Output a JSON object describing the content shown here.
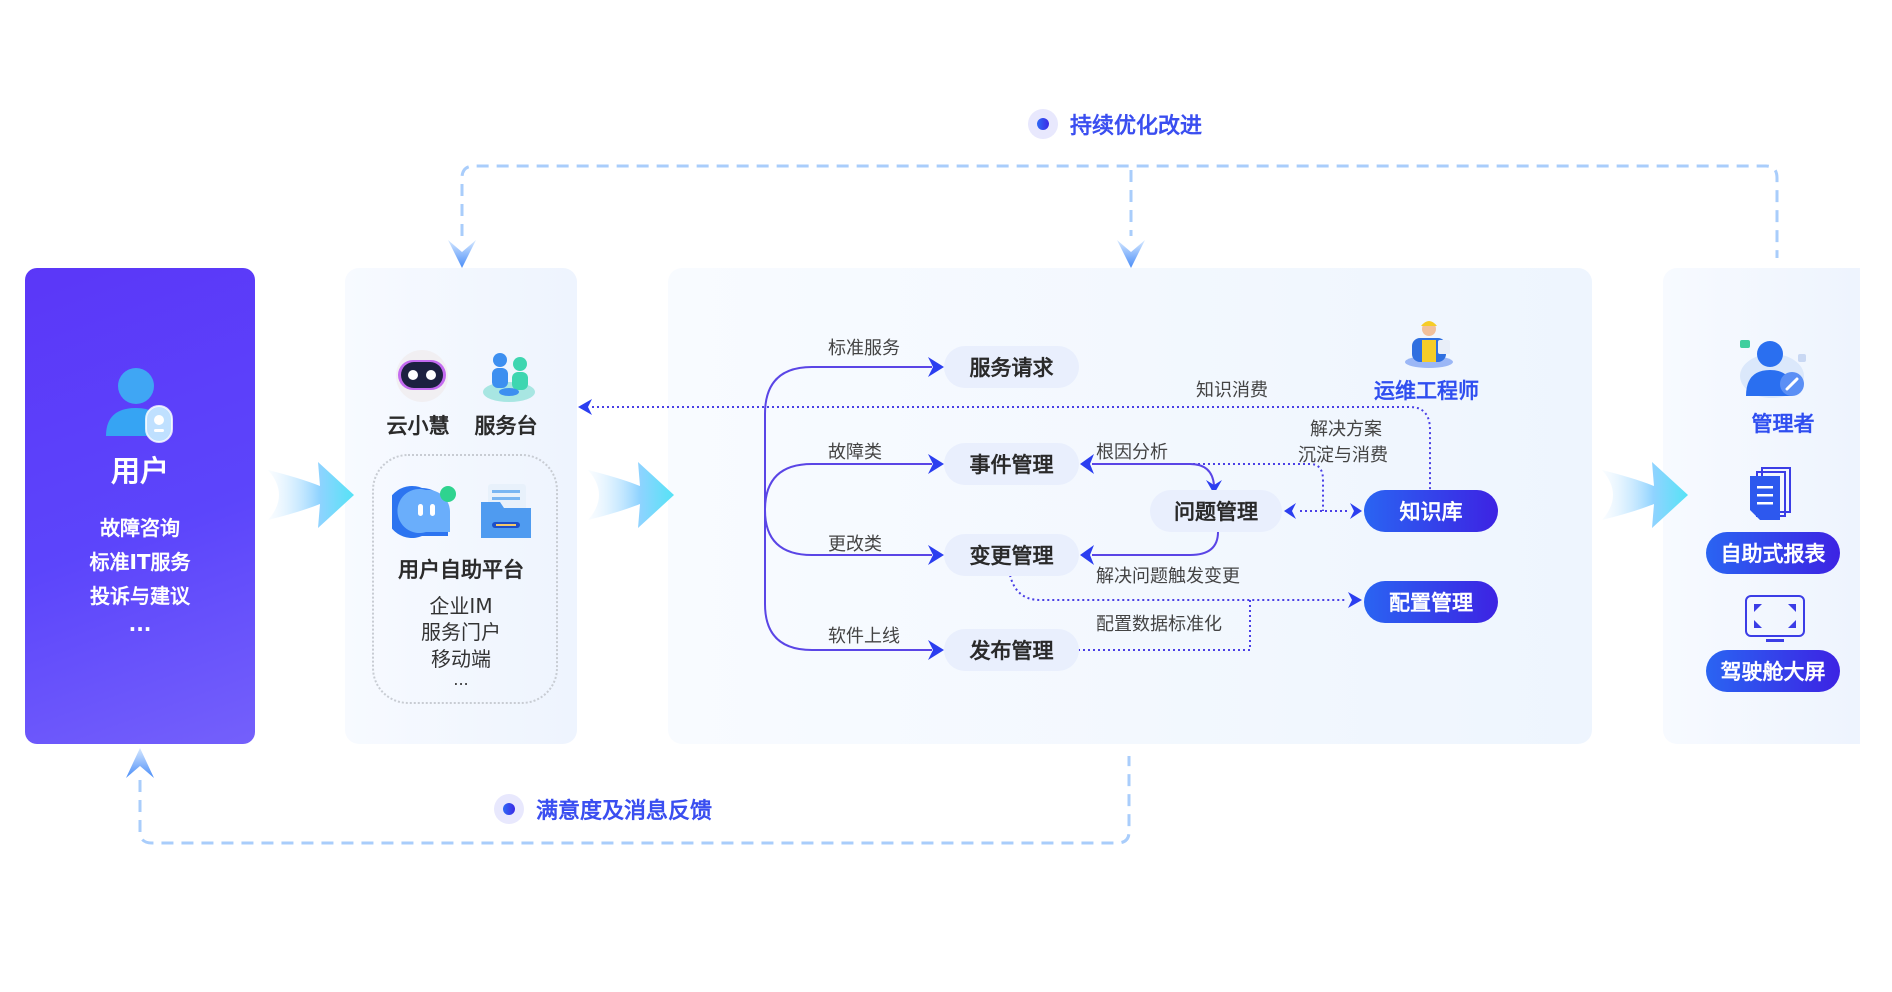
{
  "loops": {
    "top_label": "持续优化改进",
    "bottom_label": "满意度及消息反馈"
  },
  "user_panel": {
    "title": "用户",
    "icon": "user-badge-icon",
    "items": [
      "故障咨询",
      "标准IT服务",
      "投诉与建议",
      "..."
    ]
  },
  "channel_panel": {
    "bot": {
      "label": "云小慧",
      "icon": "robot-icon"
    },
    "desk": {
      "label": "服务台",
      "icon": "service-desk-icon"
    },
    "self_help": {
      "title": "用户自助平台",
      "icons": [
        "chat-bubble-icon",
        "file-cabinet-icon"
      ],
      "items": [
        "企业IM",
        "服务门户",
        "移动端",
        "..."
      ]
    }
  },
  "process_panel": {
    "branches": [
      {
        "label": "标准服务",
        "target": "服务请求"
      },
      {
        "label": "故障类",
        "target": "事件管理"
      },
      {
        "label": "更改类",
        "target": "变更管理"
      },
      {
        "label": "软件上线",
        "target": "发布管理"
      }
    ],
    "problem": "问题管理",
    "knowledge": "知识库",
    "config": "配置管理",
    "engineer": {
      "label": "运维工程师",
      "icon": "engineer-icon"
    },
    "annotations": {
      "knowledge_consume": "知识消费",
      "root_cause": "根因分析",
      "solution_line1": "解决方案",
      "solution_line2": "沉淀与消费",
      "trigger_change": "解决问题触发变更",
      "config_standard": "配置数据标准化"
    }
  },
  "manager_panel": {
    "title": "管理者",
    "icon": "manager-icon",
    "reports": {
      "label": "自助式报表",
      "icon": "document-stack-icon"
    },
    "cockpit": {
      "label": "驾驶舱大屏",
      "icon": "monitor-icon"
    }
  },
  "colors": {
    "user_panel": "#5b37f8",
    "accent_blue": "#2a64f2",
    "accent_indigo": "#3d23e3",
    "dashed_loop": "#a9cdfb",
    "flow_line": "#5a45e6",
    "pill_bg": "#e9effd"
  }
}
